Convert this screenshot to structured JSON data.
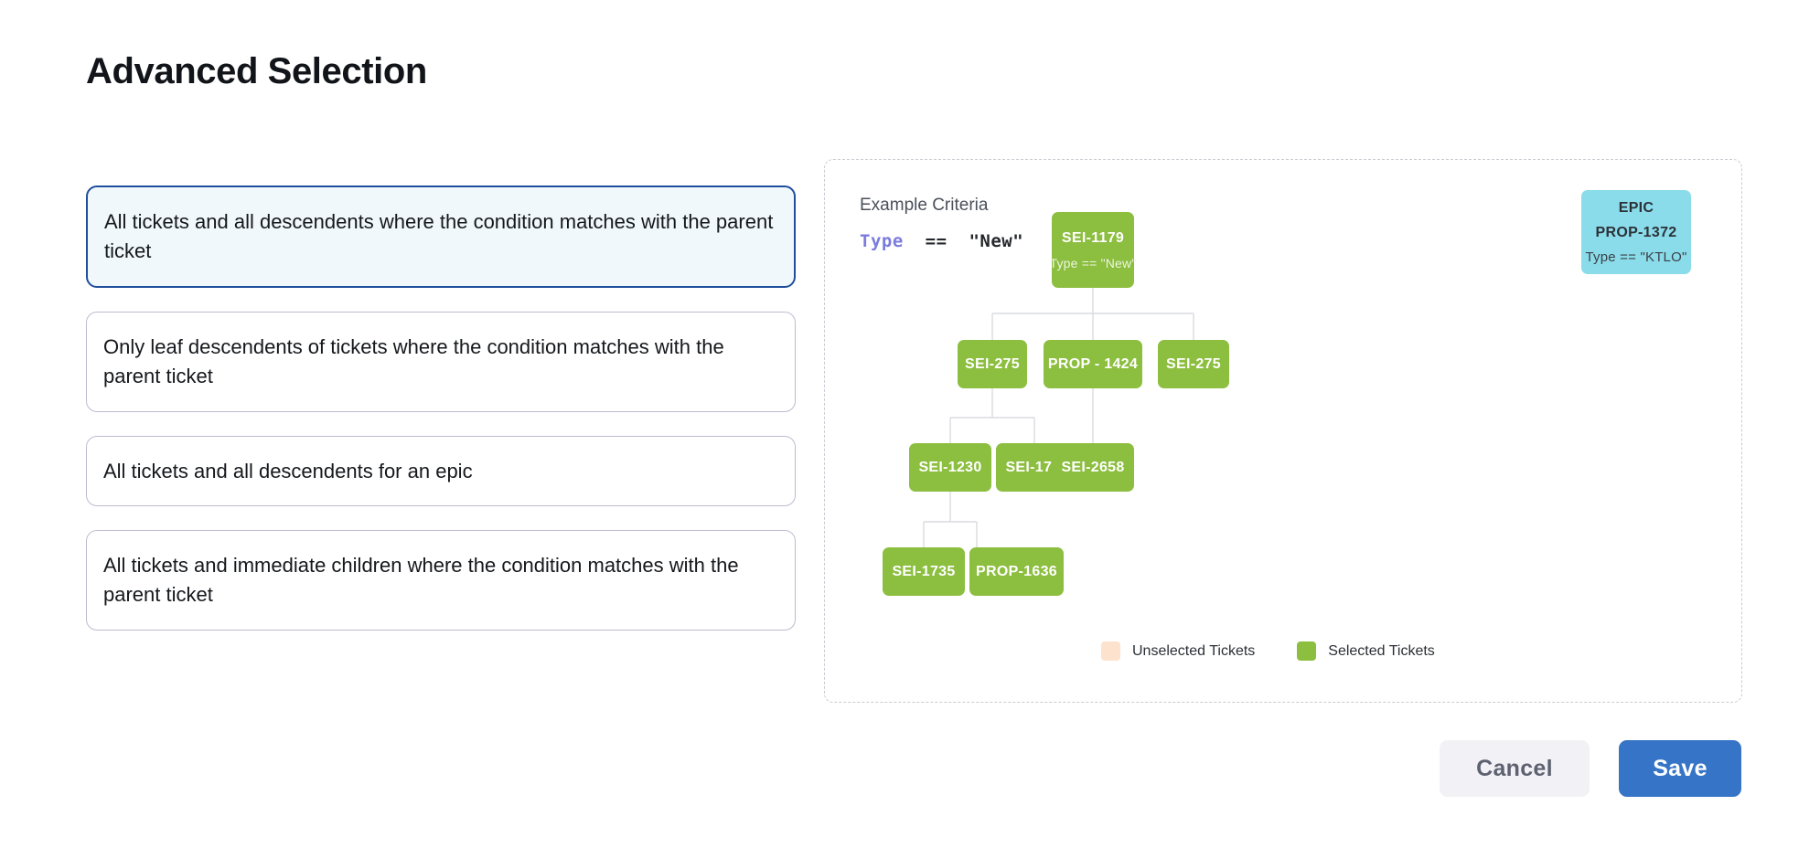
{
  "page": {
    "title": "Advanced Selection"
  },
  "options": [
    {
      "label": "All tickets and all descendents where the condition matches with the parent ticket",
      "selected": true
    },
    {
      "label": "Only leaf descendents of tickets where the condition matches with the parent ticket",
      "selected": false
    },
    {
      "label": "All tickets and all descendents for an epic",
      "selected": false
    },
    {
      "label": "All tickets and immediate children where the condition matches with the parent ticket",
      "selected": false
    }
  ],
  "diagram": {
    "criteria_label": "Example Criteria",
    "criteria_field": "Type",
    "criteria_operator": "==",
    "criteria_value": "\"New\"",
    "nodes": {
      "root": {
        "label": "SEI-1179",
        "sub": "Type == \"New\""
      },
      "epic": {
        "kind": "EPIC",
        "label": "PROP-1372",
        "sub": "Type == \"KTLO\""
      },
      "c1": {
        "label": "SEI-275"
      },
      "c2": {
        "label": "PROP - 1424"
      },
      "c3": {
        "label": "SEI-275"
      },
      "g1": {
        "label": "SEI-1230"
      },
      "g2": {
        "label": "SEI-1735"
      },
      "g3": {
        "label": "SEI-2658"
      },
      "h1": {
        "label": "SEI-1735"
      },
      "h2": {
        "label": "PROP-1636"
      }
    },
    "legend": [
      {
        "label": "Unselected Tickets",
        "color": "#fde2cd"
      },
      {
        "label": "Selected Tickets",
        "color": "#8cbe3f"
      }
    ]
  },
  "footer": {
    "cancel_label": "Cancel",
    "save_label": "Save"
  },
  "colors": {
    "selected_node": "#8cbe3f",
    "epic_node": "#8bdcea",
    "unselected_node": "#fde2cd",
    "accent_blue": "#3574c6",
    "selected_card_border": "#1f4e9c",
    "selected_card_bg": "#f1f8fc"
  }
}
